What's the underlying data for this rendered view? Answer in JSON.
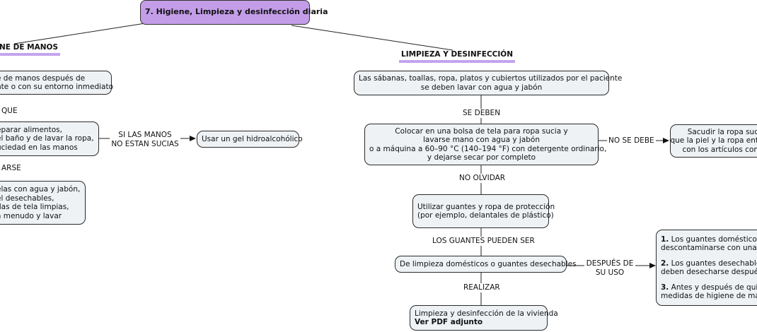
{
  "title": "7. Higiene, Limpieza y desinfección diaria",
  "left_branch": {
    "heading": "NE DE MANOS",
    "node1": [
      "e de manos después de",
      "nte o con su entorno inmediato"
    ],
    "label_que": "QUE",
    "node2": [
      "eparar alimentos,",
      "el baño y de lavar la ropa,",
      "uciedad en las manos"
    ],
    "label_si": [
      "SI LAS MANOS",
      "NO ESTAN SUCIAS"
    ],
    "gel": "Usar un gel hidroalcohólico",
    "label_arse": "ARSE",
    "node3": [
      "elas con agua y jabón,",
      "el desechables,",
      "das de tela limpias,",
      "a menudo y lavar"
    ]
  },
  "right_branch": {
    "heading": "LIMPIEZA Y DESINFECCIÓN",
    "node_sabanas": [
      "Las sábanas, toallas, ropa, platos y cubiertos utilizados por el paciente",
      "se deben lavar con agua y jabón"
    ],
    "label_se_deben": "SE DEBEN",
    "node_bolsa": [
      "Colocar en una bolsa de tela para ropa sucia y",
      "lavarse  mano con agua y  jabón",
      "o a máquina a 60–90 °C (140–194 °F) con detergente ordinario,",
      "y dejarse secar por completo"
    ],
    "label_no_se_debe": "NO SE DEBE",
    "node_sacudir": [
      "Sacudir la ropa suc",
      "que la piel y  la ropa ent",
      "con los artículos con"
    ],
    "label_no_olvidar": "NO OLVIDAR",
    "node_guantes": [
      "Utilizar guantes y ropa de protección",
      "(por ejemplo, delantales de plástico)"
    ],
    "label_guantes_pueden": "LOS GUANTES PUEDEN SER",
    "node_domesticos": "De limpieza domésticos o guantes desechables",
    "label_despues": [
      "DESPUÉS DE",
      "SU USO"
    ],
    "node_list": [
      {
        "num": "1.",
        "lines": [
          " Los guantes domésticos d",
          "descontaminarse con una so"
        ]
      },
      {
        "num": "2.",
        "lines": [
          " Los guantes desechables",
          "deben desecharse después d"
        ]
      },
      {
        "num": "3.",
        "lines": [
          " Antes y después de quitar",
          "medidas de higiene de man"
        ]
      }
    ],
    "label_realizar": "REALIZAR",
    "node_vivienda": [
      "Limpieza y desinfección de la vivienda",
      "Ver PDF adjunto"
    ]
  },
  "colors": {
    "title_fill": "#c39de8",
    "heading_underline": "#c4a3ee",
    "node_fill": "#eef2f5",
    "line": "#222222"
  }
}
